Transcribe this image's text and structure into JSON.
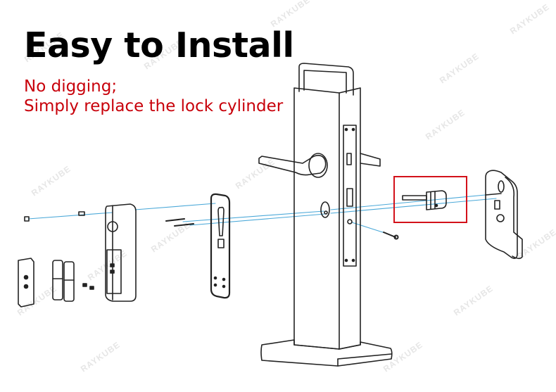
{
  "heading": {
    "title": "Easy to Install",
    "subtitle_lines": [
      "No digging;",
      "Simply replace the lock cylinder"
    ]
  },
  "colors": {
    "title": "#000000",
    "subtitle": "#c8000a",
    "highlight_box": "#d3111a",
    "guide_lines": "#4aa8d8",
    "line_art": "#222222"
  },
  "watermark": {
    "text": "RAYKUBE"
  },
  "diagram": {
    "components": [
      "battery-cover",
      "batteries",
      "small-screws",
      "front-lock-body",
      "mounting-screws",
      "mounting-plate",
      "door-with-mortise",
      "lock-cylinder",
      "rear-lock-body"
    ],
    "highlighted_component": "lock-cylinder"
  }
}
